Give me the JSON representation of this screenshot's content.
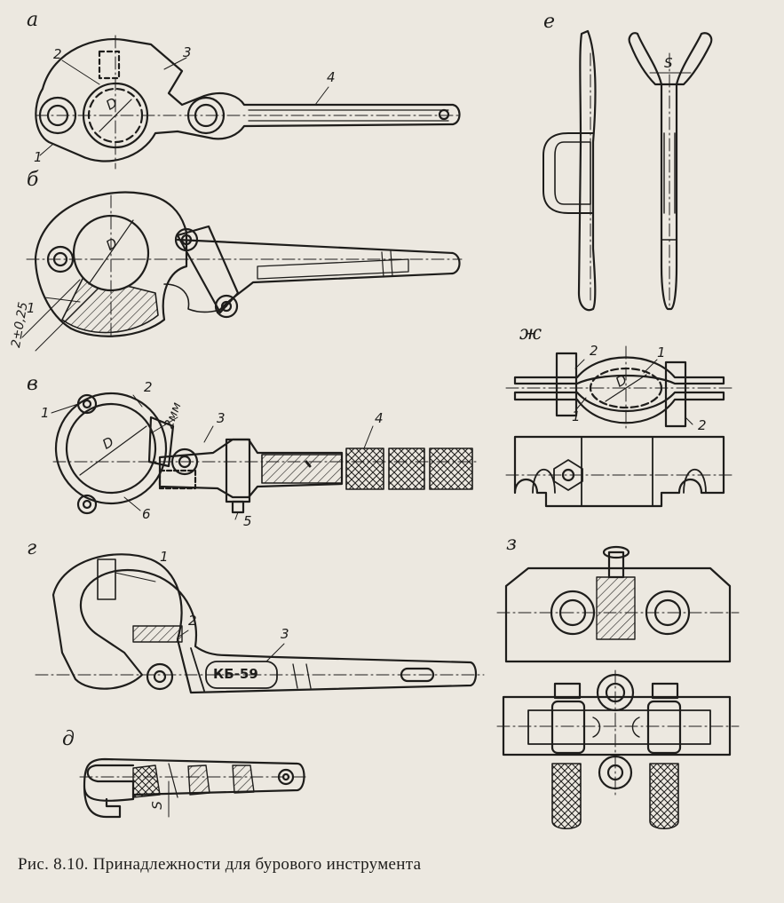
{
  "caption": "Рис. 8.10. Принадлежности для бурового инструмента",
  "panels": {
    "a": "а",
    "b": "б",
    "v": "в",
    "g": "г",
    "d": "д",
    "e": "е",
    "zh": "ж",
    "z": "з"
  },
  "callouts": {
    "a_1": "1",
    "a_2": "2",
    "a_3": "3",
    "a_4": "4",
    "a_D": "D",
    "b_1": "1",
    "b_D": "D",
    "b_tol": "2±0,25",
    "v_1": "1",
    "v_2": "2",
    "v_gap": "2мм",
    "v_3": "3",
    "v_4": "4",
    "v_5": "5",
    "v_6": "6",
    "v_D": "D",
    "g_1": "1",
    "g_2": "2",
    "g_3": "3",
    "g_stamp": "КБ-59",
    "d_S": "S",
    "e_S": "S",
    "zh_1a": "1",
    "zh_1b": "1",
    "zh_2a": "2",
    "zh_2b": "2",
    "zh_D": "D"
  }
}
